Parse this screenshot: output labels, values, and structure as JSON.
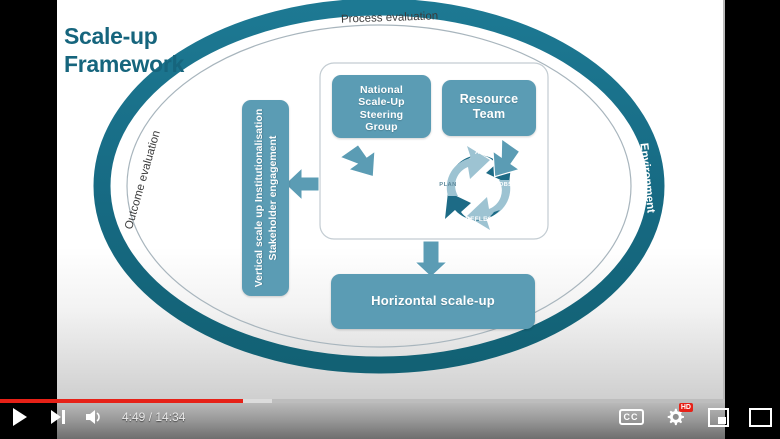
{
  "player": {
    "time_display": "4:49 / 14:34",
    "current_time": "4:49",
    "duration": "14:34",
    "progress_percent": 33,
    "controls": {
      "play_label": "play-button",
      "next_label": "next-video-button",
      "volume_label": "volume-button",
      "cc_label": "CC",
      "settings_label": "settings-gear",
      "hd_badge": "HD",
      "miniplayer_label": "miniplayer-button",
      "fullscreen_label": "fullscreen-button"
    },
    "accent_color": "#e62117"
  },
  "slide": {
    "title": "Scale-up\nFramework",
    "title_color": "#16657d",
    "ring_color": "#176b84",
    "box_color": "#5b9cb4",
    "outer_labels": {
      "top": "Process evaluation",
      "left": "Outcome evaluation",
      "right": "Environment"
    },
    "boxes": {
      "national_steering_group": "National\nScale-Up\nSteering\nGroup",
      "resource_team": "Resource\nTeam",
      "horizontal_scale_up": "Horizontal scale-up",
      "vertical_box": "Vertical scale up Institutionalisation\nStakeholder engagement"
    },
    "cycle": {
      "act": "ACT",
      "observe": "OBSERVE",
      "reflect": "REFLECT",
      "plan": "PLAN"
    }
  }
}
